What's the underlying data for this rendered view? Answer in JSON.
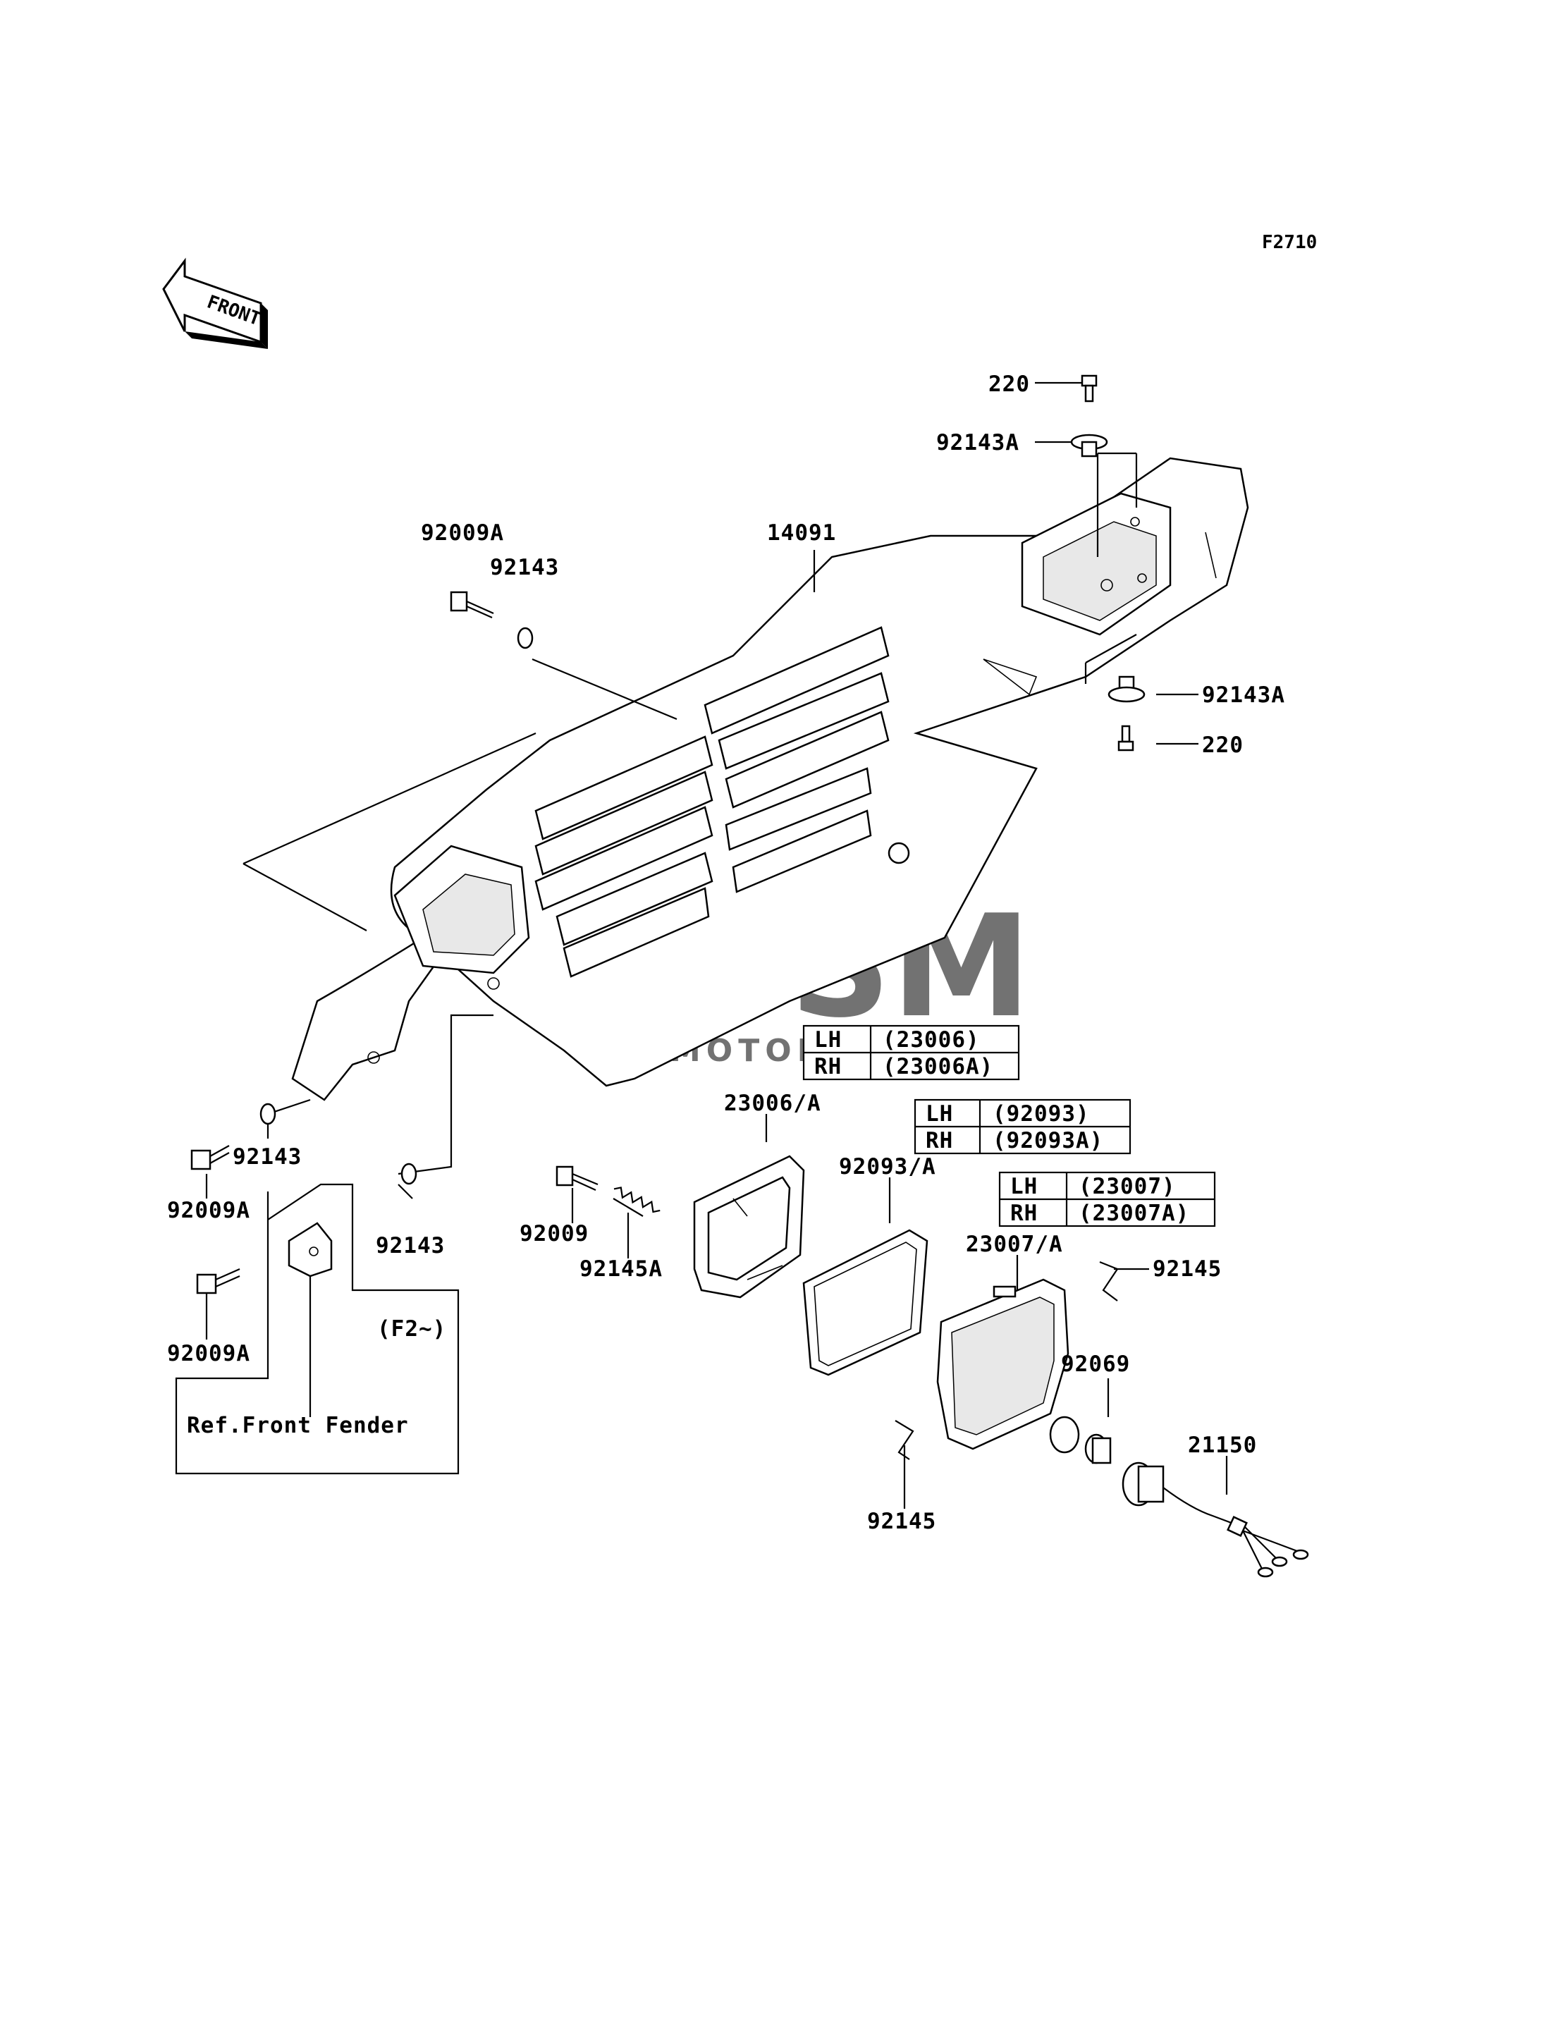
{
  "diagram_code": "F2710",
  "front_label": "FRONT",
  "watermark": {
    "logo": "OSM",
    "sub": "MOTORPARTS",
    "color": "#7fb3e0"
  },
  "parts": {
    "p220_top": "220",
    "p92143A_top": "92143A",
    "p92009A_top": "92009A",
    "p92143_top": "92143",
    "p14091": "14091",
    "p92143A_right": "92143A",
    "p220_right": "220",
    "p92009A_left": "92009A",
    "p92143_left": "92143",
    "p92143_mid": "92143",
    "p92009A_bottom": "92009A",
    "p92009": "92009",
    "p92145A": "92145A",
    "p23006A": "23006/A",
    "p92093A": "92093/A",
    "p23007A": "23007/A",
    "p92145_right": "92145",
    "p92069": "92069",
    "p21150": "21150",
    "p92145_bottom": "92145"
  },
  "variant_tables": [
    {
      "rows": [
        {
          "side": "LH",
          "part": "(23006)"
        },
        {
          "side": "RH",
          "part": "(23006A)"
        }
      ]
    },
    {
      "rows": [
        {
          "side": "LH",
          "part": "(92093)"
        },
        {
          "side": "RH",
          "part": "(92093A)"
        }
      ]
    },
    {
      "rows": [
        {
          "side": "LH",
          "part": "(23007)"
        },
        {
          "side": "RH",
          "part": "(23007A)"
        }
      ]
    }
  ],
  "serial_note": "(F2~)",
  "reference_note": "Ref.Front Fender"
}
